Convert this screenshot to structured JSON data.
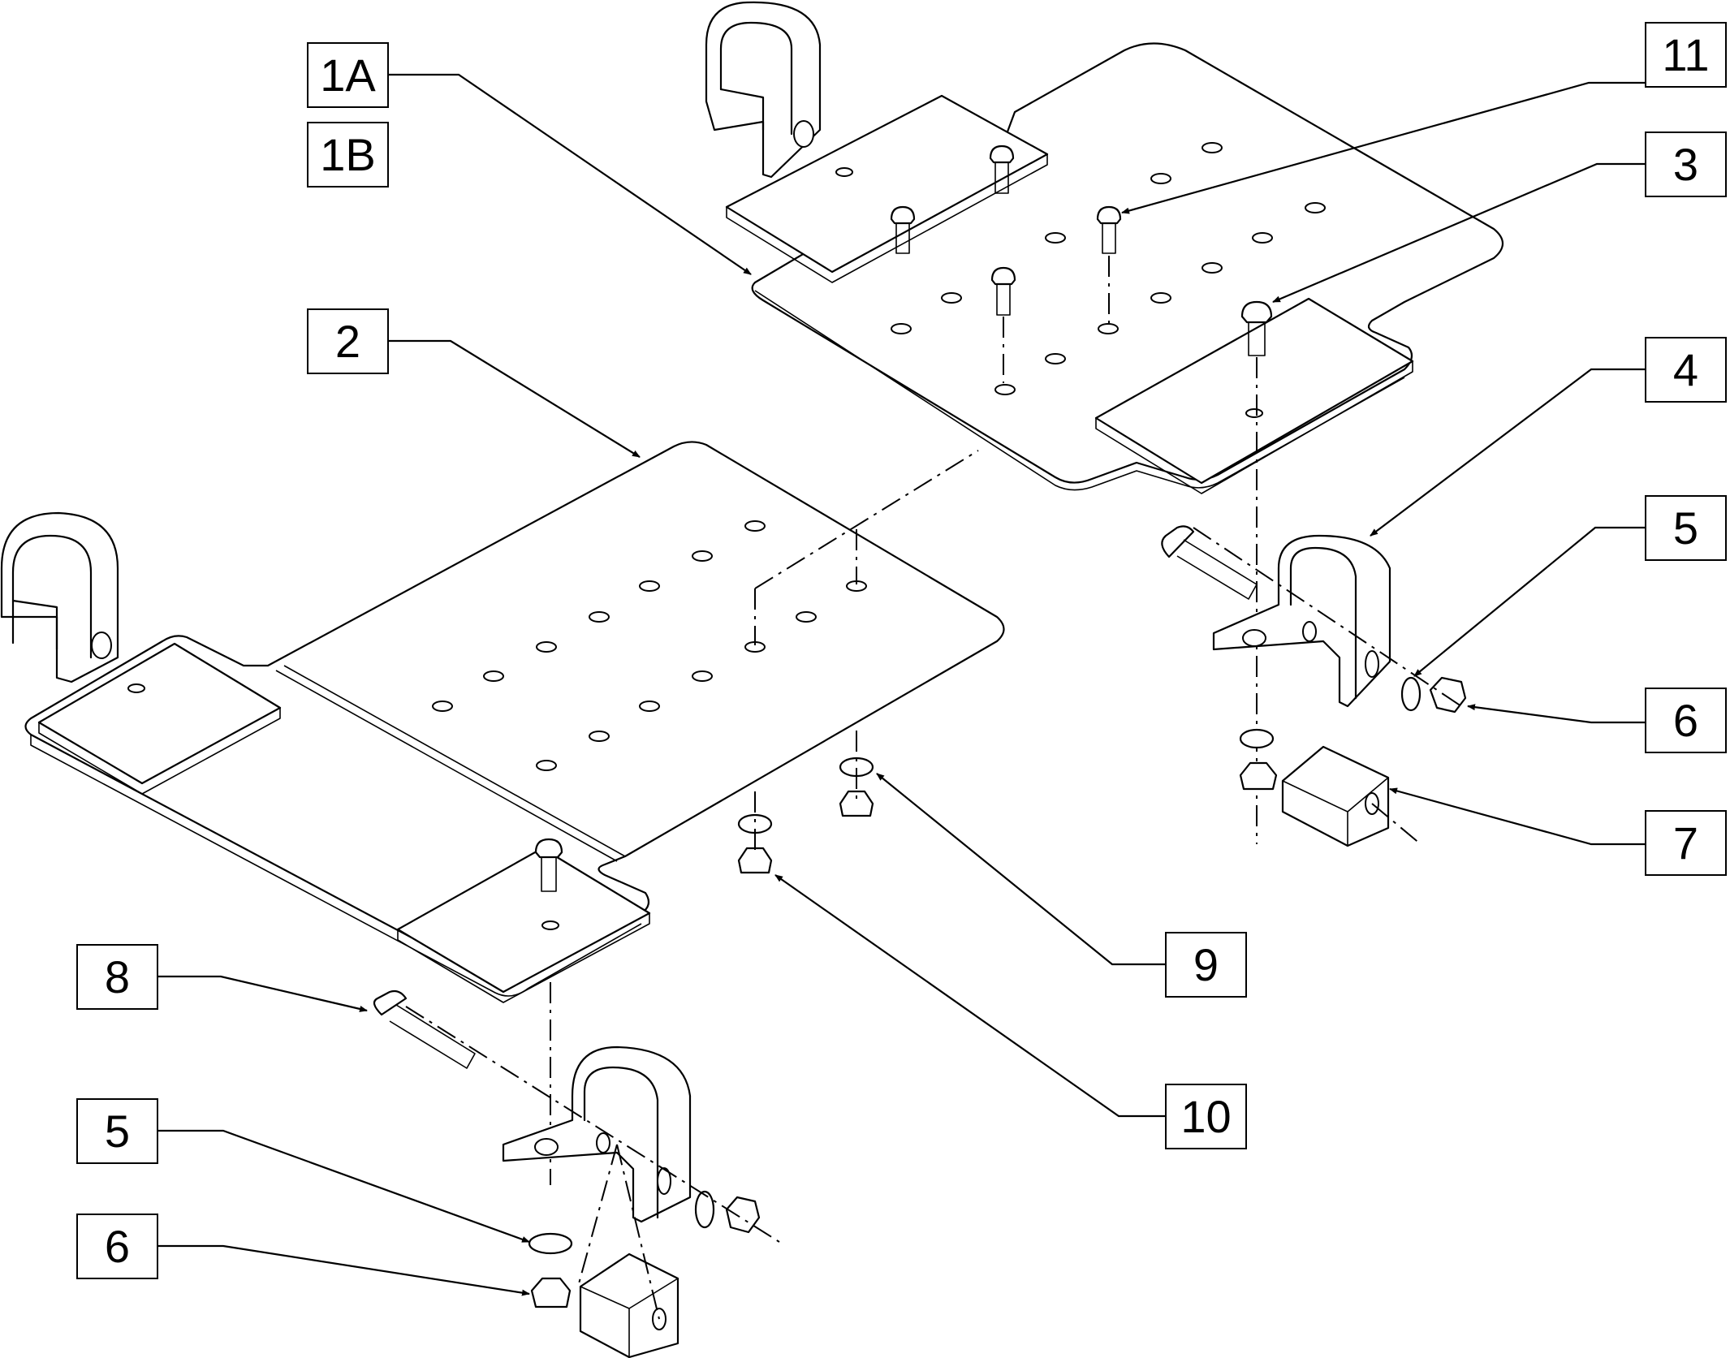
{
  "callouts": [
    {
      "id": "c1a",
      "label": "1A"
    },
    {
      "id": "c1b",
      "label": "1B"
    },
    {
      "id": "c11",
      "label": "11"
    },
    {
      "id": "c3",
      "label": "3"
    },
    {
      "id": "c2",
      "label": "2"
    },
    {
      "id": "c4",
      "label": "4"
    },
    {
      "id": "c5a",
      "label": "5"
    },
    {
      "id": "c6a",
      "label": "6"
    },
    {
      "id": "c7",
      "label": "7"
    },
    {
      "id": "c9",
      "label": "9"
    },
    {
      "id": "c8",
      "label": "8"
    },
    {
      "id": "c10",
      "label": "10"
    },
    {
      "id": "c5b",
      "label": "5"
    },
    {
      "id": "c6b",
      "label": "6"
    }
  ]
}
